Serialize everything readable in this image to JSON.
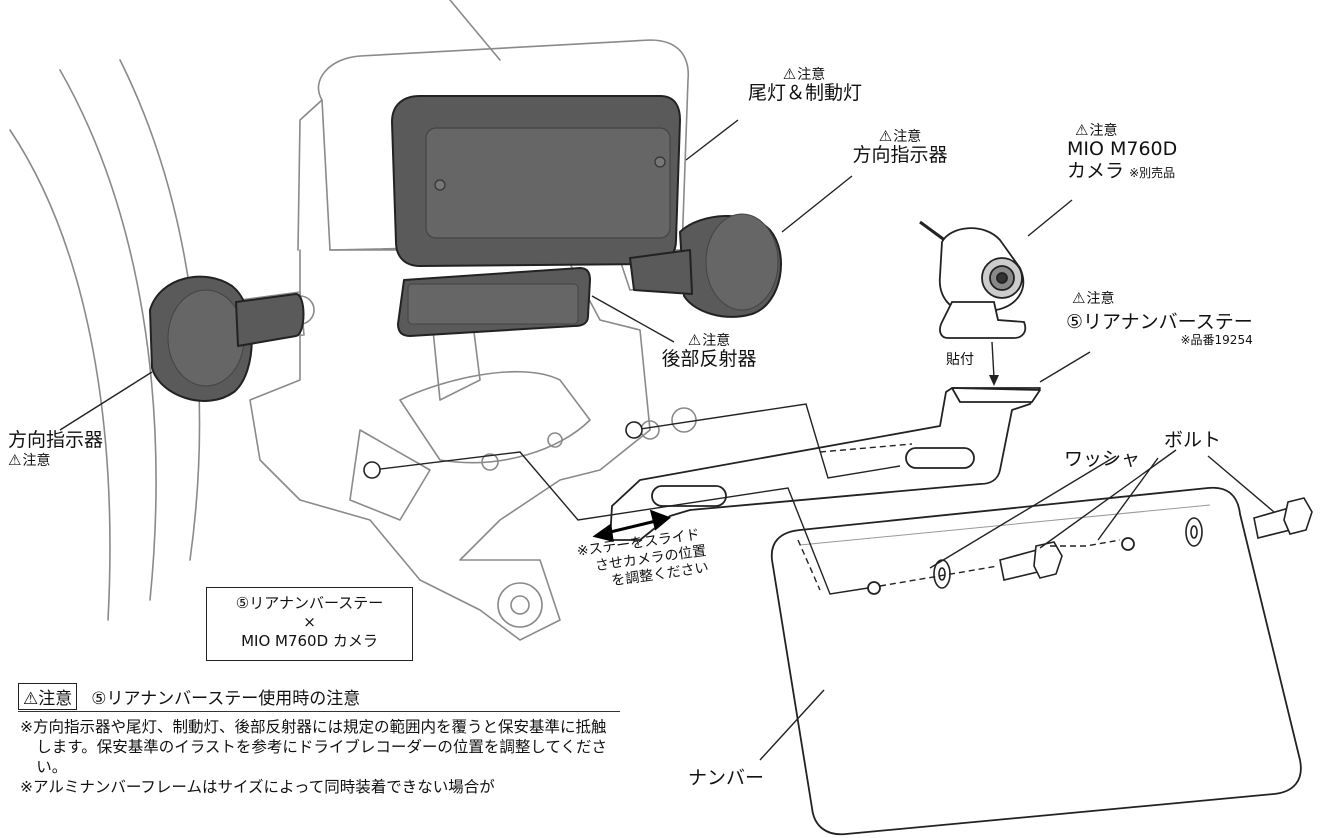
{
  "labels": {
    "tail_light": {
      "warning": "注意",
      "name": "尾灯＆制動灯"
    },
    "turn_signal_right": {
      "warning": "注意",
      "name": "方向指示器"
    },
    "camera": {
      "warning": "注意",
      "model": "MIO M760D",
      "name": "カメラ",
      "note": "※別売品"
    },
    "rear_stay": {
      "warning": "注意",
      "name": "⑤リアナンバーステー",
      "part_no": "※品番19254"
    },
    "reflector": {
      "warning": "注意",
      "name": "後部反射器"
    },
    "turn_signal_left": {
      "name": "方向指示器",
      "warning": "注意"
    },
    "stick": "貼付",
    "bolt": "ボルト",
    "washer": "ワッシャ",
    "plate": "ナンバー",
    "slide_note": [
      "※ステーをスライド",
      "させカメラの位置",
      "を調整ください"
    ]
  },
  "combo_box": {
    "line1": "⑤リアナンバーステー",
    "line2": "×",
    "line3": "MIO M760D カメラ"
  },
  "notes": {
    "badge": "注意",
    "title": "⑤リアナンバーステー使用時の注意",
    "items": [
      "※方向指示器や尾灯、制動灯、後部反射器には規定の範囲内を覆うと保安基準に抵触します。保安基準のイラストを参考にドライブレコーダーの位置を調整してください。",
      "※アルミナンバーフレームはサイズによって同時装着できない場合が"
    ]
  },
  "colors": {
    "line": "#222222",
    "lamp_fill": "#555555",
    "lamp_inner": "#6a6a6a",
    "light_line": "#9a9a9a"
  }
}
